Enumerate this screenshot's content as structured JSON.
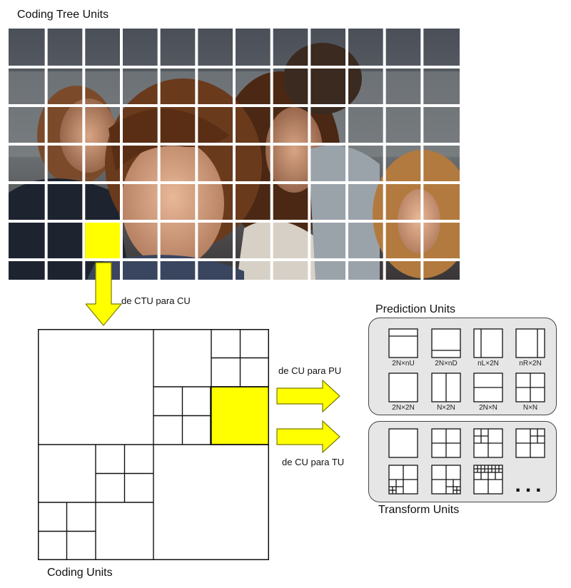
{
  "labels": {
    "ctu_title": "Coding Tree Units",
    "ctu_to_cu": "de CTU para CU",
    "cu_title": "Coding Units",
    "cu_to_pu": "de CU para PU",
    "cu_to_tu": "de CU para TU",
    "pu_title": "Prediction Units",
    "tu_title": "Transform Units"
  },
  "pu_modes": [
    "2N×nU",
    "2N×nD",
    "nL×2N",
    "nR×2N",
    "2N×2N",
    "N×2N",
    "2N×N",
    "N×N"
  ],
  "tu_more": "...",
  "colors": {
    "highlight": "#ffff00",
    "grid_line": "#ffffff",
    "panel_bg": "#e6e6e6",
    "stroke": "#222222"
  }
}
